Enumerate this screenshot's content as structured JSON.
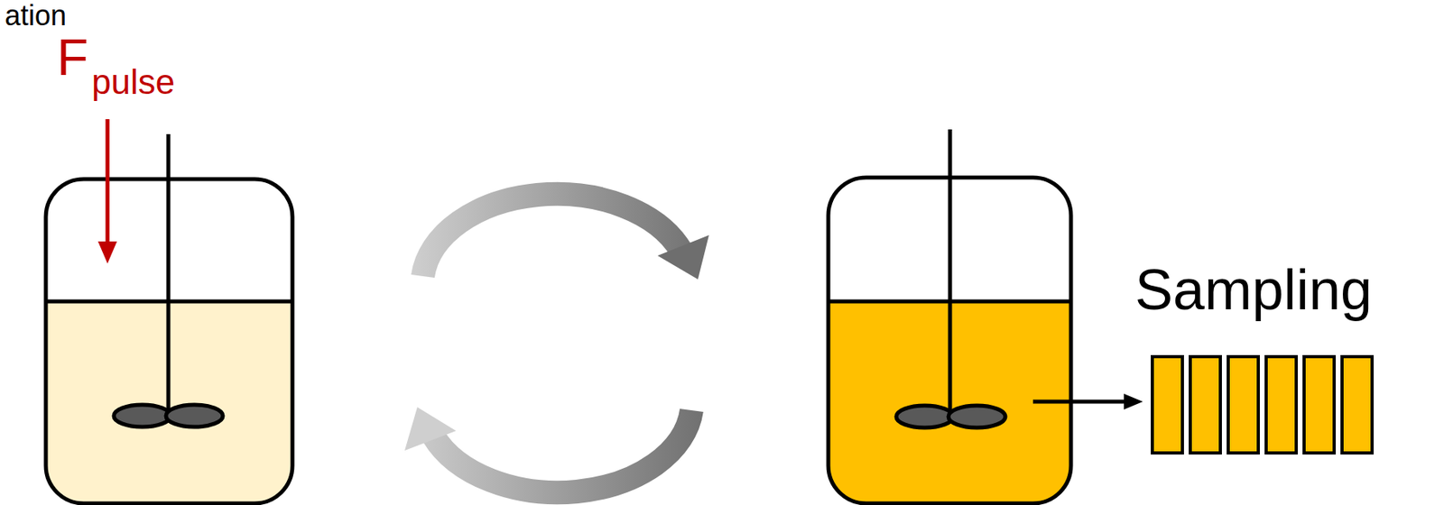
{
  "diagram": {
    "labels": [
      "ation",
      "F",
      "pulse",
      "Sampling"
    ]
  }
}
